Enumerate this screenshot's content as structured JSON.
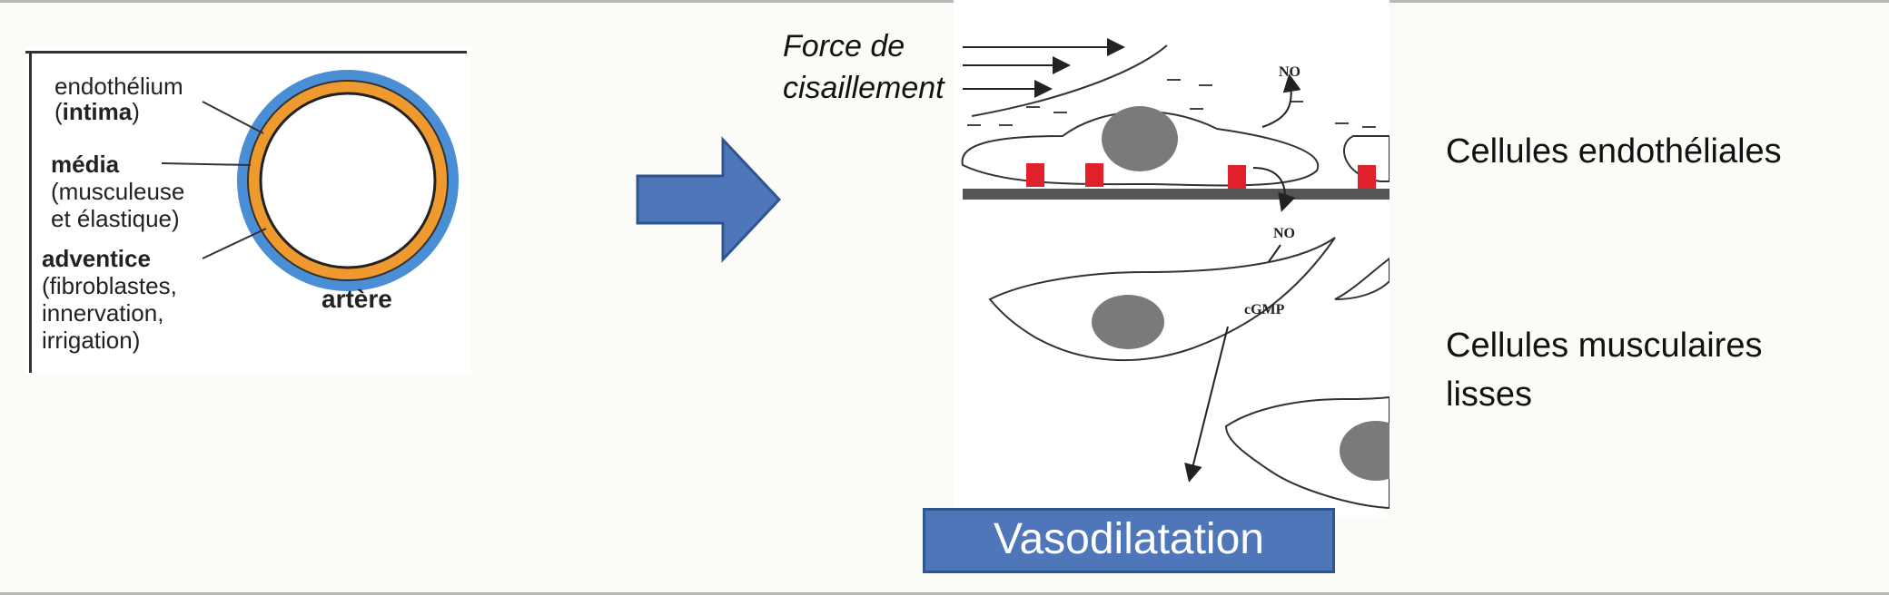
{
  "artery": {
    "labels": {
      "endothelium_line1": "endothélium",
      "endothelium_open": "(",
      "endothelium_bold": "intima",
      "endothelium_close": ")",
      "media_bold": "média",
      "media_line2": "(musculeuse",
      "media_line3": "et élastique)",
      "adventice_bold": "adventice",
      "adventice_line2": "(fibroblastes,",
      "adventice_line3": "innervation,",
      "adventice_line4": "irrigation)"
    },
    "name": "artère",
    "colors": {
      "outer": "#4a8fd6",
      "media": "#ef9a2e",
      "lumen": "#ffffff"
    }
  },
  "arrow": {
    "color": "#4f76b8",
    "icon": "right-arrow-icon"
  },
  "mechanism": {
    "force_line1": "Force de",
    "force_line2": "cisaillement",
    "no_top": "NO",
    "no_middle": "NO",
    "cgmp": "cGMP",
    "colors": {
      "nucleus": "#7a7a7a",
      "receptor": "#e0202a",
      "membrane": "#555555"
    }
  },
  "right_labels": {
    "endothelial": "Cellules endothéliales",
    "smooth_line1": "Cellules musculaires",
    "smooth_line2": "lisses"
  },
  "result": {
    "label": "Vasodilatation",
    "color": "#4f76b8"
  }
}
